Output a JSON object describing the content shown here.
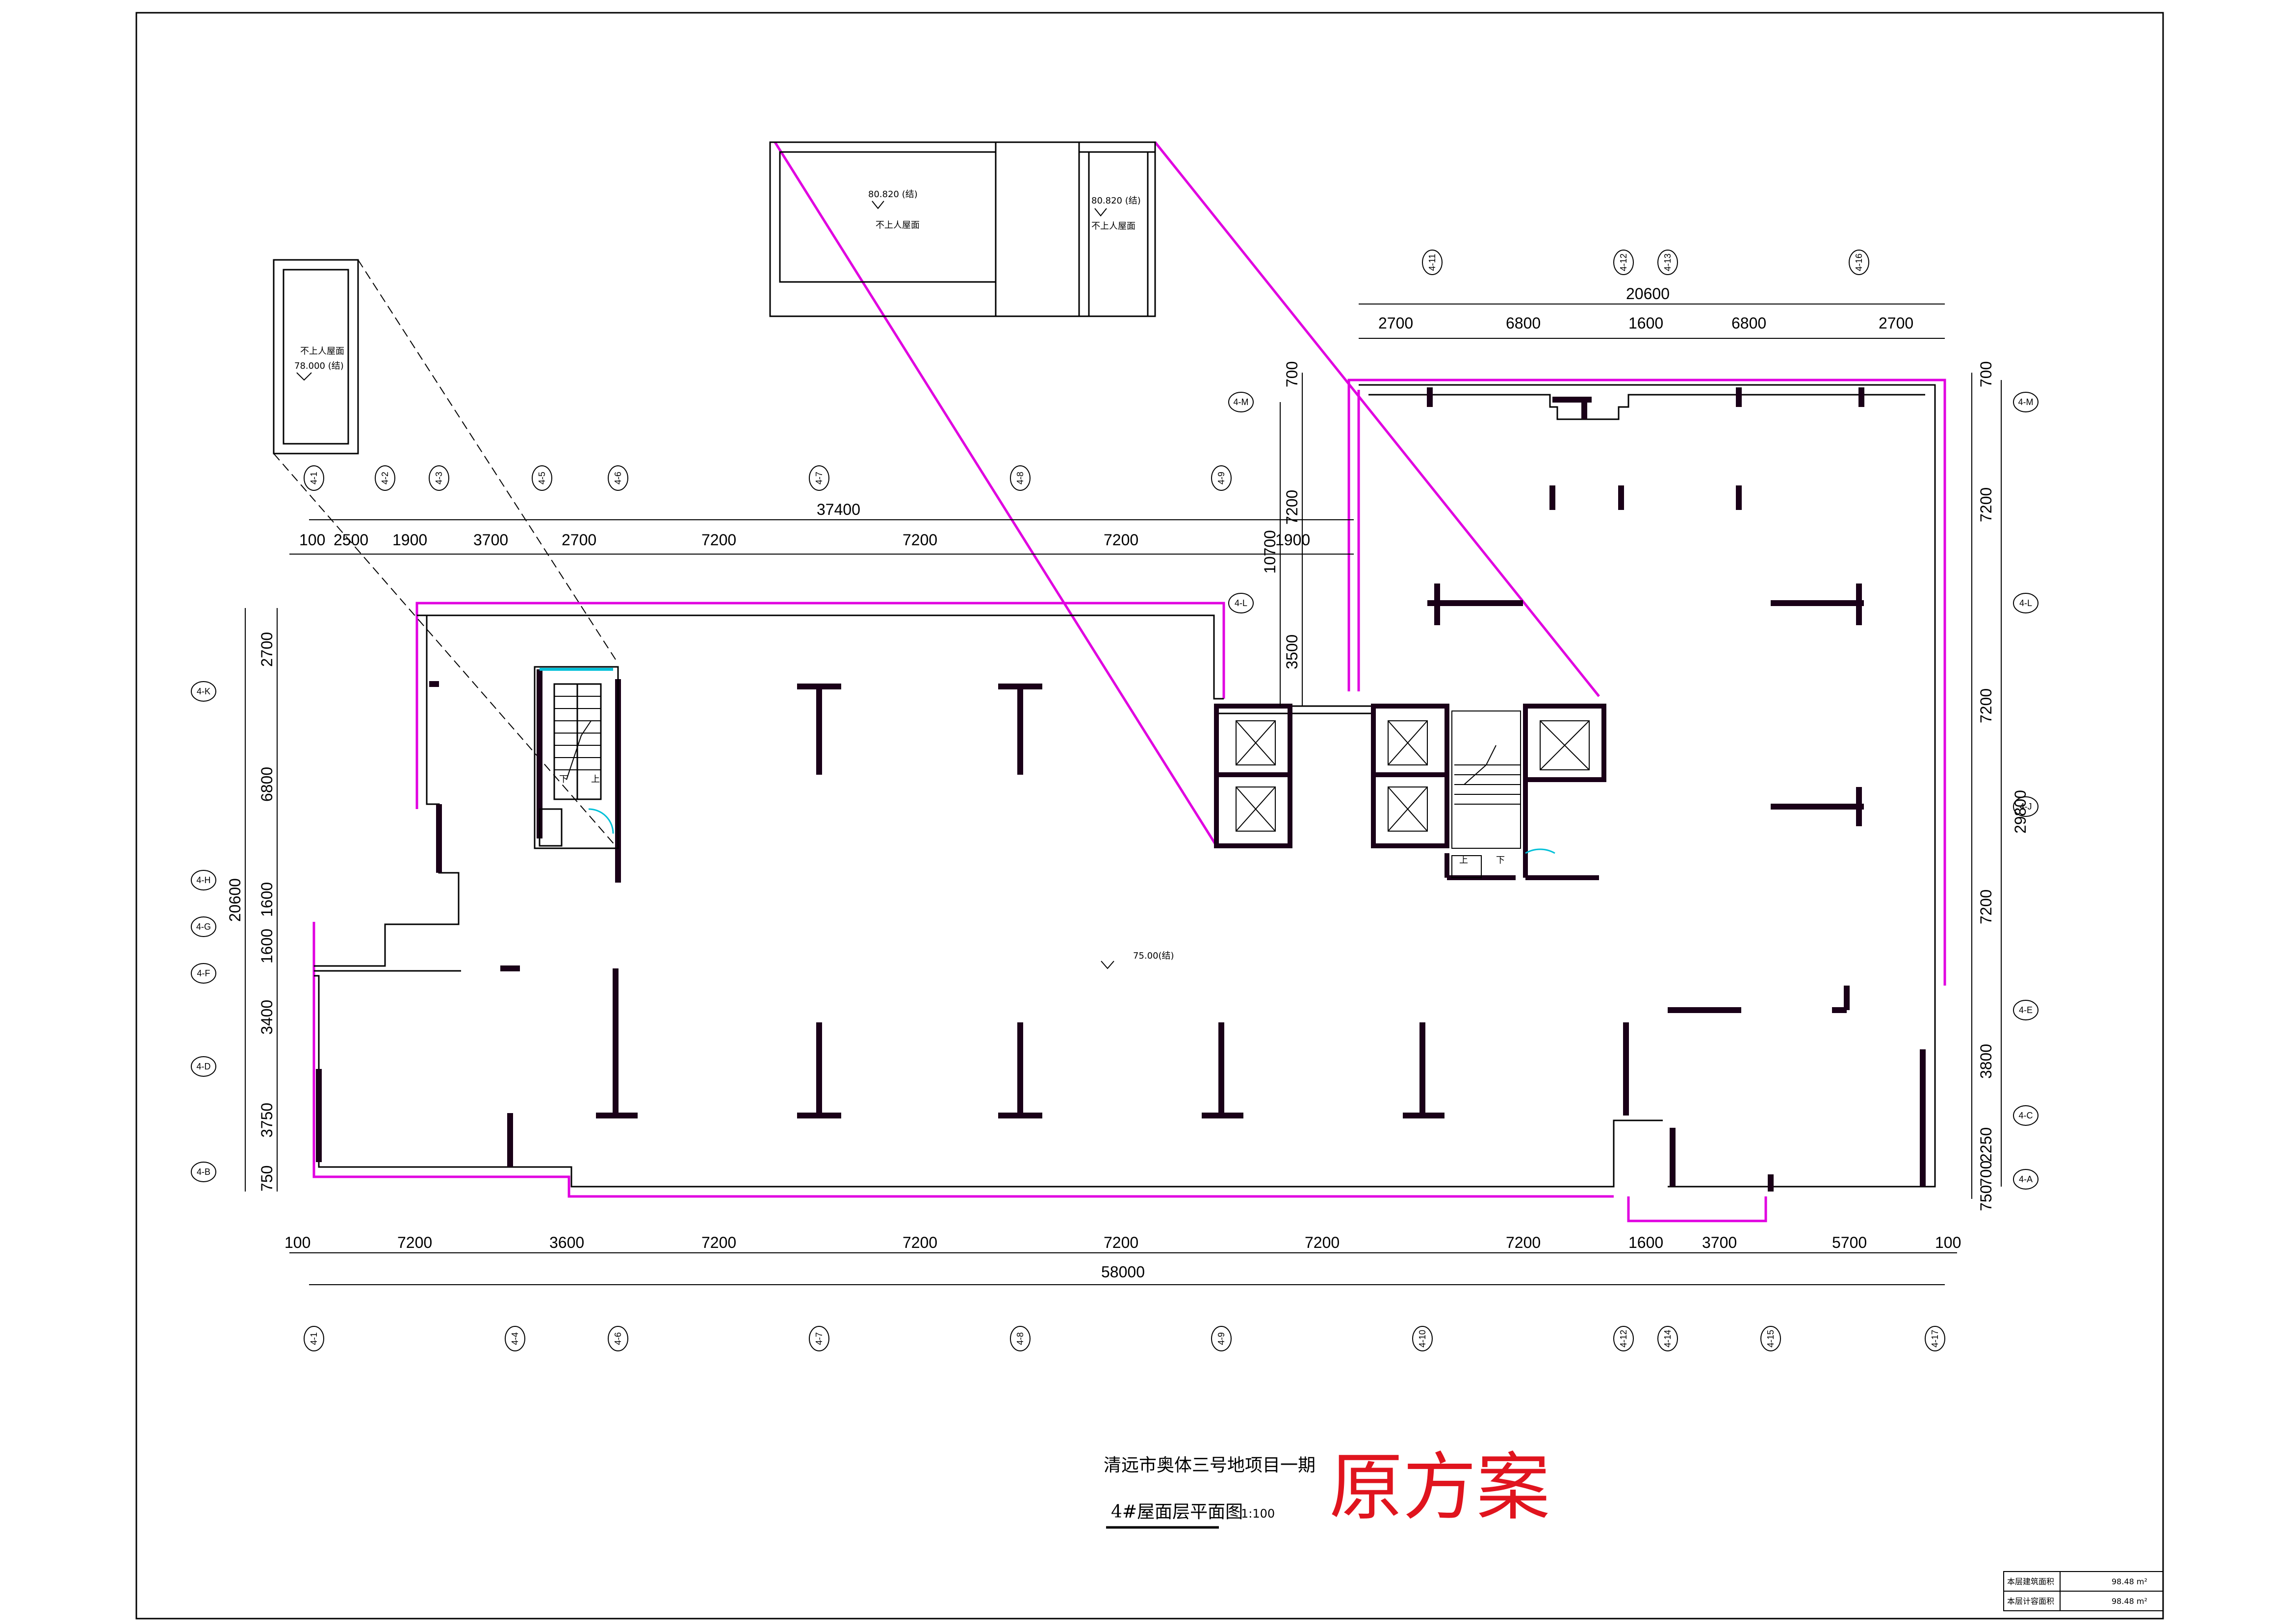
{
  "project_title": "清远市奥体三号地项目一期",
  "drawing_name": "4#屋面层平面图",
  "scale": "1:100",
  "stamp": "原方案",
  "elevations": {
    "main_floor": "75.00(结)",
    "roof_left": "78.000 (结)",
    "roof_top_1": "80.820 (结)",
    "roof_top_2": "80.820 (结)",
    "roof_label": "不上人屋面"
  },
  "stair_labels": {
    "down": "下",
    "up": "上"
  },
  "axes": {
    "top_left": [
      "4-1",
      "4-2",
      "4-3",
      "4-5",
      "4-6",
      "4-7",
      "4-8",
      "4-9"
    ],
    "top_right": [
      "4-11",
      "4-12",
      "4-13",
      "4-16"
    ],
    "bottom": [
      "4-1",
      "4-4",
      "4-6",
      "4-7",
      "4-8",
      "4-9",
      "4-10",
      "4-12",
      "4-14",
      "4-15",
      "4-17"
    ],
    "left": [
      "4-K",
      "4-H",
      "4-G",
      "4-F",
      "4-D",
      "4-B"
    ],
    "right_lower": [
      "4-E",
      "4-C",
      "4-A"
    ],
    "right_upper": [
      "4-M",
      "4-L",
      "4-J"
    ],
    "mid": [
      "4-M",
      "4-L"
    ]
  },
  "dims": {
    "top_left_segments": [
      "100",
      "2500",
      "1900",
      "3700",
      "2700",
      "7200",
      "7200",
      "7200",
      "1900"
    ],
    "top_left_total": "37400",
    "top_right_segments": [
      "2700",
      "6800",
      "1600",
      "6800",
      "2700"
    ],
    "top_right_total": "20600",
    "bottom_segments": [
      "100",
      "7200",
      "3600",
      "7200",
      "7200",
      "7200",
      "7200",
      "7200",
      "1600",
      "3700",
      "5700",
      "100"
    ],
    "bottom_total": "58000",
    "left_segments": [
      "2700",
      "6800",
      "1600",
      "1600",
      "3400",
      "3750",
      "750"
    ],
    "left_total": "20600",
    "right_segments": [
      "700",
      "7200",
      "7200",
      "7200",
      "3800",
      "2250",
      "700",
      "750"
    ],
    "right_total": "29800",
    "mid_segments": [
      "700",
      "7200",
      "3500"
    ],
    "mid_total": "10700"
  },
  "area_table": {
    "rows": [
      {
        "label": "本层建筑面积",
        "value": "98.48 m²"
      },
      {
        "label": "本层计容面积",
        "value": "98.48 m²"
      }
    ]
  },
  "colors": {
    "outline": "#e000e0",
    "wall": "#1a0018",
    "stamp": "#e0141e",
    "glass": "#00c0d8"
  }
}
